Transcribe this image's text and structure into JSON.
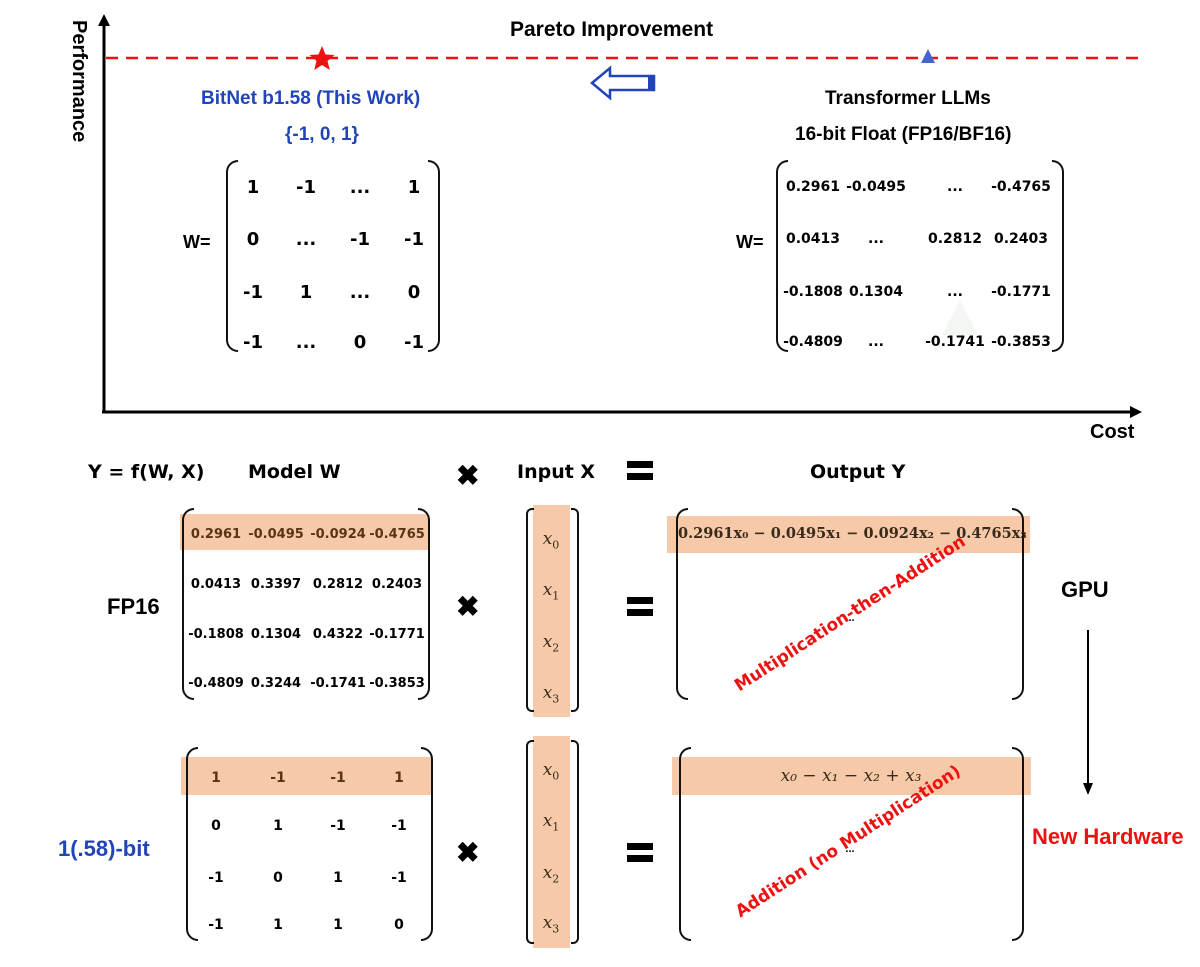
{
  "top_chart": {
    "title": "Pareto Improvement",
    "y_axis_label": "Performance",
    "x_axis_label": "Cost",
    "pareto_line_color": "#ee1111",
    "left_model": {
      "name": "BitNet b1.58 (This Work)",
      "values": "{-1, 0, 1}",
      "marker": "star-icon",
      "color": "#2244bb",
      "matrix_label": "W=",
      "matrix": [
        [
          "1",
          "-1",
          "...",
          "1"
        ],
        [
          "0",
          "...",
          "-1",
          "-1"
        ],
        [
          "-1",
          "1",
          "...",
          "0"
        ],
        [
          "-1",
          "...",
          "0",
          "-1"
        ]
      ]
    },
    "right_model": {
      "name": "Transformer LLMs",
      "precision": "16-bit Float (FP16/BF16)",
      "marker": "triangle-icon",
      "matrix_label": "W=",
      "matrix": [
        [
          "0.2961",
          "-0.0495",
          "...",
          "-0.4765"
        ],
        [
          "0.0413",
          "...",
          "0.2812",
          "0.2403"
        ],
        [
          "-0.1808",
          "0.1304",
          "...",
          "-0.1771"
        ],
        [
          "-0.4809",
          "...",
          "-0.1741",
          "-0.3853"
        ]
      ]
    },
    "arrow": "left-arrow-icon"
  },
  "bottom": {
    "formula": "Y = f(W, X)",
    "col_model": "Model W",
    "col_input": "Input X",
    "col_output": "Output Y",
    "times_symbol": "✖",
    "highlight_color": "#f6c9a8",
    "fp16": {
      "label": "FP16",
      "matrix": [
        [
          "0.2961",
          "-0.0495",
          "-0.0924",
          "-0.4765"
        ],
        [
          "0.0413",
          "0.3397",
          "0.2812",
          "0.2403"
        ],
        [
          "-0.1808",
          "0.1304",
          "0.4322",
          "-0.1771"
        ],
        [
          "-0.4809",
          "0.3244",
          "-0.1741",
          "-0.3853"
        ]
      ],
      "output_row": "0.2961x₀ − 0.0495x₁ − 0.0924x₂ − 0.4765x₃",
      "output_ellipsis": "...",
      "operation": "Multiplication-then-Addition",
      "hardware": "GPU"
    },
    "ternary": {
      "label": "1(.58)-bit",
      "matrix": [
        [
          "1",
          "-1",
          "-1",
          "1"
        ],
        [
          "0",
          "1",
          "-1",
          "-1"
        ],
        [
          "-1",
          "0",
          "1",
          "-1"
        ],
        [
          "-1",
          "1",
          "1",
          "0"
        ]
      ],
      "output_row": "x₀ − x₁ − x₂ + x₃",
      "output_ellipsis": "...",
      "operation": "Addition (no Multiplication)",
      "hardware": "New Hardware"
    },
    "input_vector": [
      "x",
      "x",
      "x",
      "x"
    ],
    "input_subs": [
      "0",
      "1",
      "2",
      "3"
    ]
  }
}
